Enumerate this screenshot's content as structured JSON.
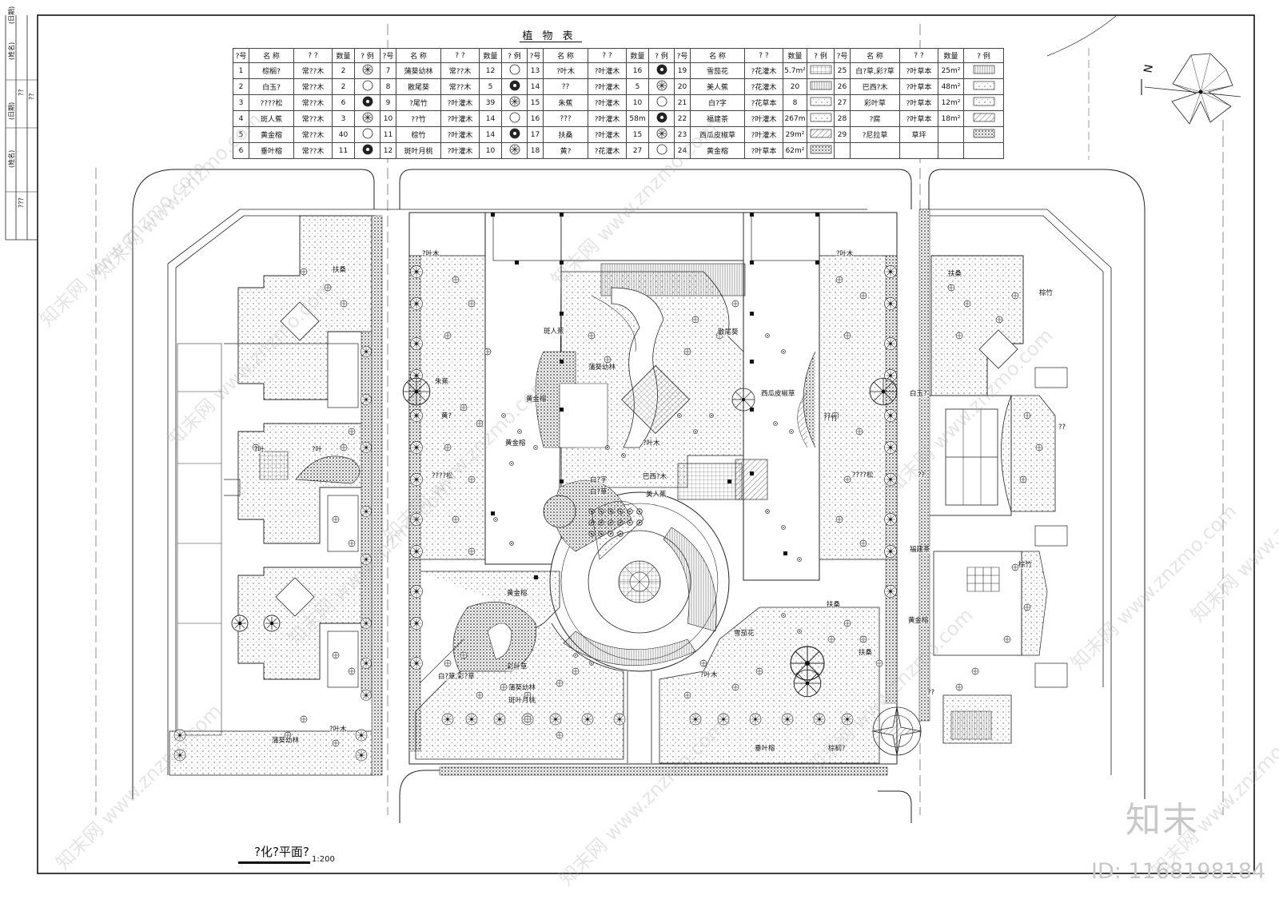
{
  "table": {
    "title": "植 物 表",
    "headers": [
      "?号",
      "名 称",
      "? ?",
      "数量",
      "? 例",
      "?号",
      "名 称",
      "? ?",
      "数量",
      "? 例",
      "?号",
      "名 称",
      "? ?",
      "数量",
      "? 例",
      "?号",
      "名 称",
      "? ?",
      "数量",
      "? 例",
      "?号",
      "名 称",
      "? ?",
      "数量",
      "? 例"
    ],
    "rows": [
      [
        "1",
        "棕榈?",
        "常??木",
        "2",
        "",
        "7",
        "蒲葵幼林",
        "常??木",
        "12",
        "",
        "13",
        "?叶木",
        "?叶灌木",
        "16",
        "",
        "19",
        "雪茄花",
        "?花灌木",
        "5.7m²",
        "",
        "25",
        "白?草,彩?草",
        "?叶草本",
        "25m²",
        ""
      ],
      [
        "2",
        "白玉?",
        "常??木",
        "2",
        "",
        "8",
        "散尾葵",
        "常??木",
        "5",
        "",
        "14",
        "??",
        "?叶灌木",
        "5",
        "",
        "20",
        "美人蕉",
        "?花灌木",
        "20",
        "",
        "26",
        "巴西?木",
        "?叶草本",
        "48m²",
        ""
      ],
      [
        "3",
        "????松",
        "常??木",
        "6",
        "",
        "9",
        "?尾竹",
        "?叶灌木",
        "39",
        "",
        "15",
        "朱蕉",
        "?叶灌木",
        "10",
        "",
        "21",
        "白?字",
        "?花草本",
        "8",
        "",
        "27",
        "彩叶草",
        "?叶草本",
        "12m²",
        ""
      ],
      [
        "4",
        "斑人蕉",
        "常??木",
        "3",
        "",
        "10",
        "??竹",
        "?叶灌木",
        "14",
        "",
        "16",
        "???",
        "?叶灌木",
        "58m",
        "",
        "22",
        "福建茶",
        "?叶灌木",
        "267m",
        "",
        "28",
        "?腐",
        "?叶草本",
        "18m²",
        ""
      ],
      [
        "5",
        "黄金榕",
        "常??木",
        "40",
        "",
        "11",
        "棕竹",
        "?叶灌木",
        "14",
        "",
        "17",
        "扶桑",
        "?叶灌木",
        "15",
        "",
        "23",
        "西瓜皮椒草",
        "?叶灌木",
        "29m²",
        "",
        "29",
        "?尼拉草",
        "草坪",
        "",
        ""
      ],
      [
        "6",
        "垂叶榕",
        "常??木",
        "11",
        "",
        "12",
        "斑叶月桃",
        "?叶灌木",
        "10",
        "",
        "18",
        "黄?",
        "?花灌木",
        "27",
        "",
        "24",
        "黄金榕",
        "?叶草本",
        "62m²",
        "",
        "",
        "",
        "",
        "",
        ""
      ]
    ]
  },
  "labels": [
    {
      "id": "fusang-1",
      "text": "扶桑"
    },
    {
      "id": "jiyemu-1",
      "text": "?叶木"
    },
    {
      "id": "jiyemu-2",
      "text": "?叶木"
    },
    {
      "id": "fusang-2",
      "text": "扶桑"
    },
    {
      "id": "zongzhu-1",
      "text": "棕竹"
    },
    {
      "id": "banrenjiao",
      "text": "斑人蕉"
    },
    {
      "id": "sanweikui",
      "text": "散尾葵"
    },
    {
      "id": "pukuiyoulin-1",
      "text": "蒲葵幼林"
    },
    {
      "id": "zhujiao",
      "text": "朱蕉"
    },
    {
      "id": "huangjinrong-1",
      "text": "黄金榕"
    },
    {
      "id": "huangjinrong-2",
      "text": "黄金榕"
    },
    {
      "id": "xiguapi",
      "text": "西瓜皮椒草"
    },
    {
      "id": "baiyu-1",
      "text": "白玉?"
    },
    {
      "id": "qq-1",
      "text": "??"
    },
    {
      "id": "baiyu-2",
      "text": "白?字"
    },
    {
      "id": "baiyu-3",
      "text": "白?草"
    },
    {
      "id": "baxi",
      "text": "巴西?木"
    },
    {
      "id": "meirenjiao",
      "text": "美人蕉"
    },
    {
      "id": "huanggai",
      "text": "黄?"
    },
    {
      "id": "jiye-mid",
      "text": "?叶木"
    },
    {
      "id": "songq",
      "text": "????松"
    },
    {
      "id": "songq-2",
      "text": "????松"
    },
    {
      "id": "qq-2",
      "text": "??"
    },
    {
      "id": "qq-3",
      "text": "??"
    },
    {
      "id": "qq-4",
      "text": "?叶"
    },
    {
      "id": "qq-5",
      "text": "??竹"
    },
    {
      "id": "qq-6",
      "text": "?叶"
    },
    {
      "id": "zongzhu-2",
      "text": "棕竹"
    },
    {
      "id": "fujiancha",
      "text": "福建茶"
    },
    {
      "id": "huangjinrong-3",
      "text": "黄金榕"
    },
    {
      "id": "huangjinrong-4",
      "text": "黄金榕"
    },
    {
      "id": "xuejiahua",
      "text": "雪茄花"
    },
    {
      "id": "fusang-3",
      "text": "扶桑"
    },
    {
      "id": "fusang-4",
      "text": "扶桑"
    },
    {
      "id": "baicao-caicao",
      "text": "白?草,彩?草"
    },
    {
      "id": "pukui-2",
      "text": "蒲葵幼林"
    },
    {
      "id": "yezigeng",
      "text": "?叶木"
    },
    {
      "id": "chuiyerong",
      "text": "垂叶榕"
    },
    {
      "id": "zonglv",
      "text": "棕榈?"
    },
    {
      "id": "pukui-3",
      "text": "蒲葵幼林"
    },
    {
      "id": "jiye-bottom",
      "text": "?叶木"
    },
    {
      "id": "caiye",
      "text": "彩叶草"
    },
    {
      "id": "qq-7",
      "text": "??"
    },
    {
      "id": "banyeyuetao",
      "text": "斑叶月桃"
    }
  ],
  "plan": {
    "title": "?化?平面?",
    "scale": "1:200",
    "north_letter": "N"
  },
  "title_block": [
    "(日期)",
    "(姓名)",
    "??",
    "??",
    "(日期)",
    "(姓名)",
    "???"
  ],
  "brand": "知末",
  "id_text": "ID: 1168198184",
  "watermark": "知末网 www.znzmo.com",
  "colors": {
    "ink": "#1a1a1a",
    "paper": "#ffffff",
    "watermark": "#c8c8c8"
  }
}
